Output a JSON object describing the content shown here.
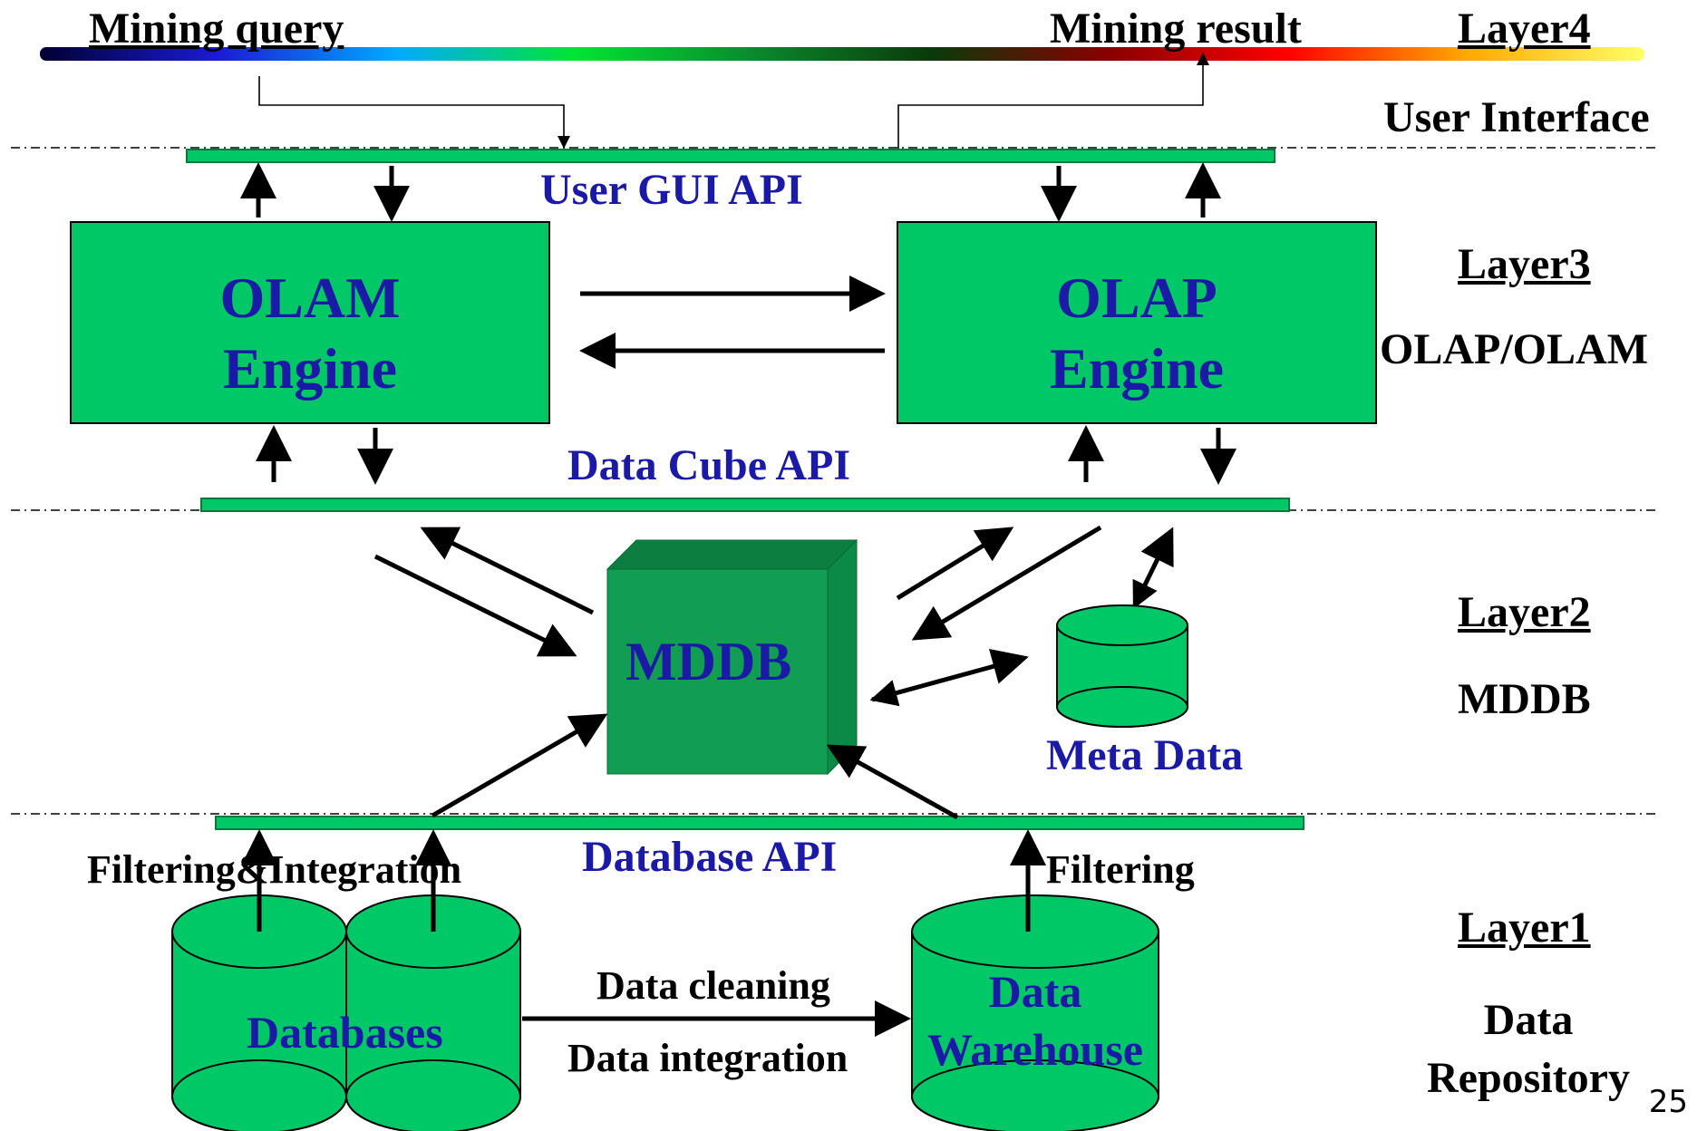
{
  "colors": {
    "green": "#00c866",
    "green_dark": "#009a4e",
    "cube_front": "#119e52",
    "cube_top": "#0b7e40",
    "cube_side": "#0a8a44",
    "text_blue": "#1a1aa6",
    "text_black": "#000000"
  },
  "gradient_bar": {
    "stops": [
      "#000033",
      "#1b1bd6",
      "#00aaff",
      "#00e533",
      "#0a8a2e",
      "#0a3a0a",
      "#8a0000",
      "#ff0000",
      "#ffa800",
      "#ffff66"
    ]
  },
  "top": {
    "mining_query": "Mining query",
    "mining_result": "Mining result"
  },
  "layers": {
    "layer4": {
      "title": "Layer4",
      "name": "User Interface"
    },
    "layer3": {
      "title": "Layer3",
      "name": "OLAP/OLAM"
    },
    "layer2": {
      "title": "Layer2",
      "name": "MDDB"
    },
    "layer1": {
      "title": "Layer1",
      "name_line1": "Data",
      "name_line2": "Repository"
    }
  },
  "apis": {
    "user_gui": "User GUI API",
    "data_cube": "Data Cube API",
    "database": "Database API"
  },
  "engines": {
    "olam": {
      "line1": "OLAM",
      "line2": "Engine"
    },
    "olap": {
      "line1": "OLAP",
      "line2": "Engine"
    }
  },
  "mddb": {
    "label": "MDDB"
  },
  "metadata": {
    "label": "Meta Data"
  },
  "repository": {
    "databases": "Databases",
    "warehouse_line1": "Data",
    "warehouse_line2": "Warehouse",
    "filtering_integration": "Filtering&Integration",
    "filtering": "Filtering",
    "data_cleaning": "Data cleaning",
    "data_integration": "Data integration"
  },
  "page_number": "25"
}
